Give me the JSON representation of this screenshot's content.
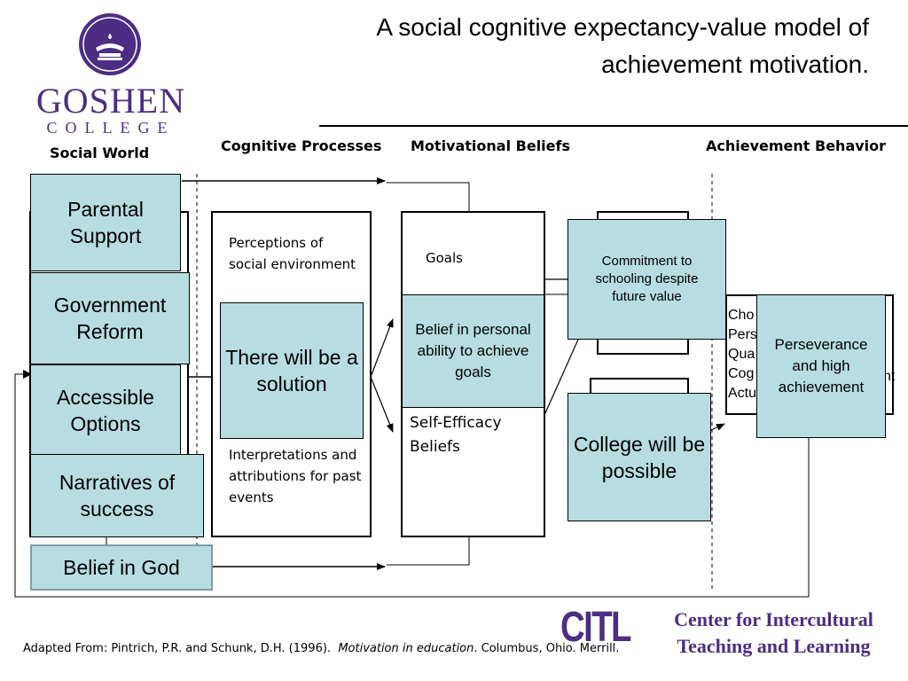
{
  "logo": {
    "name": "GOSHEN",
    "sub": "COLLEGE",
    "color": "#4b2e83"
  },
  "title": "A social cognitive expectancy-value model of achievement motivation.",
  "headers": {
    "social_world": "Social World",
    "cognitive": "Cognitive Processes",
    "motivational": "Motivational Beliefs",
    "achievement": "Achievement Behavior"
  },
  "social_world": {
    "parental": "Parental Support",
    "government": "Government Reform",
    "accessible": "Accessible Options",
    "narratives": "Narratives of success",
    "god": "Belief in God"
  },
  "cognitive": {
    "perceptions": "Perceptions of social environment",
    "solution": "There will be a solution",
    "interpretations": "Interpretations and attributions for past events"
  },
  "motivational": {
    "goals": "Goals",
    "belief_ability": "Belief in personal ability to achieve goals",
    "self_efficacy": "Self-Efficacy Beliefs"
  },
  "value_boxes": {
    "commitment": "Commitment to schooling despite future value",
    "college": "College will be possible"
  },
  "achievement": {
    "hidden_lines": [
      "Cho",
      "Pers",
      "Qua",
      "Cog",
      "Actu"
    ],
    "hidden_tail": "nt",
    "perseverance": "Perseverance and high achievement"
  },
  "footer": {
    "citation_prefix": "Adapted From: Pintrich, P.R. and Schunk, D.H. (1996).",
    "citation_book": "Motivation in education",
    "citation_suffix": ".  Columbus, Ohio. Merrill.",
    "citl": "CITL",
    "center_name": "Center for Intercultural Teaching and Learning"
  },
  "colors": {
    "teal_box": "#b7dde0",
    "brand_purple": "#4b2e83"
  }
}
